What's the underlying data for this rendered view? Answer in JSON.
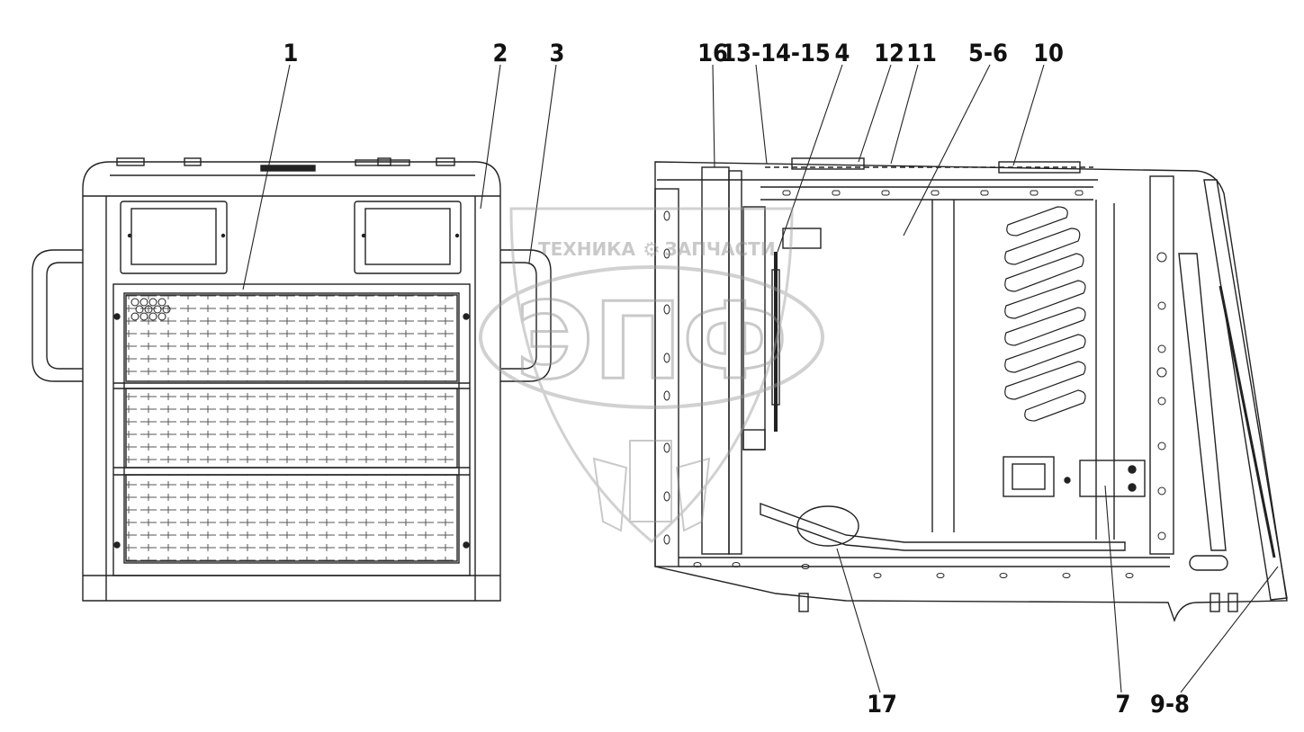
{
  "callouts": [
    "1",
    "2",
    "3",
    "16",
    "13-14-15",
    "4",
    "12",
    "11",
    "5-6",
    "10",
    "17",
    "7",
    "9-8"
  ],
  "watermark": {
    "logo_text": "ЭПФ",
    "left_text": "ТЕХНИКА",
    "right_text": "ЗАПЧАСТИ",
    "gear_icon": "gear-icon"
  },
  "colors": {
    "line": "#222222",
    "watermark": "#9a9a9a",
    "background": "#ffffff"
  }
}
